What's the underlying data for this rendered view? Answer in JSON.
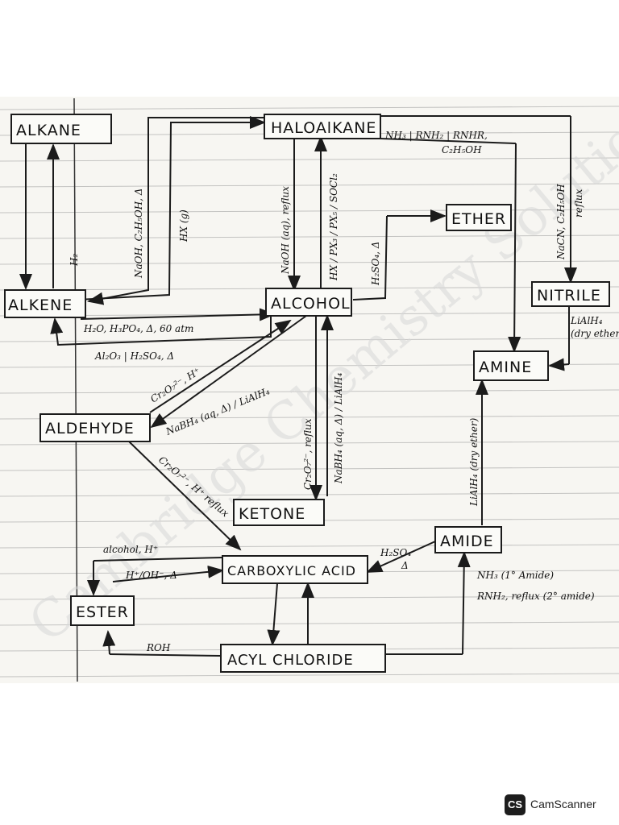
{
  "nodes": {
    "alkane": "ALKANE",
    "haloalkane": "HALOAlKANE",
    "ether": "ETHER",
    "alkene": "ALKENE",
    "alcohol": "ALCOHOL",
    "nitrile": "NITRILE",
    "amine": "AMINE",
    "aldehyde": "ALDEHYDE",
    "ketone": "KETONE",
    "amide": "AMIDE",
    "carboxylic_acid": "CARBOXYLIC ACID",
    "ester": "ESTER",
    "acyl_chloride": "ACYL CHLORIDE"
  },
  "conditions": {
    "h2": "H₂",
    "naoh_ethanol": "NaOH, C₂H₅OH, Δ",
    "hx": "HX (g)",
    "naoh_reflux": "NaOH (aq), reflux",
    "hx_px3_pcl5_socl2": "HX / PX₃ / PX₅ / SOCl₂",
    "nh3_rnh2_line1": "NH₃ | RNH₂ | RNHR,",
    "nh3_rnh2_line2": "C₂H₅OH",
    "h2so4_delta": "H₂SO₄, Δ",
    "nacn": "NaCN, C₂H₅OH",
    "reflux": "reflux",
    "hydration": "H₂O, H₃PO₄, Δ, 60 atm",
    "dehydration": "Al₂O₃ | H₂SO₄, Δ",
    "lialh4_dry_line1": "LiAlH₄",
    "lialh4_dry_line2": "(dry ether)",
    "cr2o7_h": "Cr₂O₇²⁻, H⁺",
    "nabh4_lialh4": "NaBH₄ (aq, Δ) / LiAlH₄",
    "cr2o7_reflux": "Cr₂O₇²⁻, reflux",
    "nabh4_lialh4_ketone": "NaBH₄ (aq, Δ) / LiAlH₄",
    "cr2o7_h_reflux": "Cr₂O₇²⁻, H⁺ reflux",
    "lialh4_amide": "LiAlH₄ (dry ether)",
    "alcohol_h": "alcohol, H⁺",
    "h_oh": "H⁺/OH⁻, Δ",
    "h2so4_amide_line1": "H₂SO₄",
    "h2so4_amide_line2": "Δ",
    "nh3_primary": "NH₃ (1° Amide)",
    "rnh2_secondary": "RNH₂, reflux (2° amide)",
    "roh": "ROH"
  },
  "watermark": "Cambridge Chemistry Solutions",
  "footer": {
    "badge": "CS",
    "app_name": "CamScanner"
  }
}
